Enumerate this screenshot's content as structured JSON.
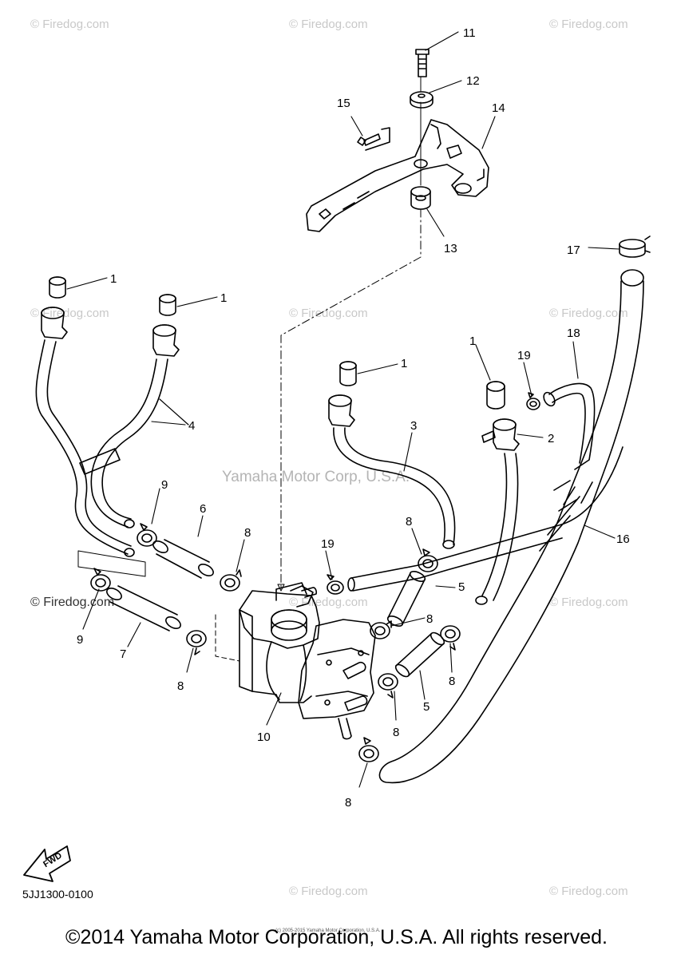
{
  "watermarks": {
    "text": "© Firedog.com",
    "center": "Yamaha Motor Corp, U.S.A."
  },
  "callouts": [
    {
      "id": "c1a",
      "text": "1"
    },
    {
      "id": "c1b",
      "text": "1"
    },
    {
      "id": "c1c",
      "text": "1"
    },
    {
      "id": "c1d",
      "text": "1"
    },
    {
      "id": "c2",
      "text": "2"
    },
    {
      "id": "c3",
      "text": "3"
    },
    {
      "id": "c4",
      "text": "4"
    },
    {
      "id": "c5a",
      "text": "5"
    },
    {
      "id": "c5b",
      "text": "5"
    },
    {
      "id": "c6",
      "text": "6"
    },
    {
      "id": "c7",
      "text": "7"
    },
    {
      "id": "c8a",
      "text": "8"
    },
    {
      "id": "c8b",
      "text": "8"
    },
    {
      "id": "c8c",
      "text": "8"
    },
    {
      "id": "c8d",
      "text": "8"
    },
    {
      "id": "c8e",
      "text": "8"
    },
    {
      "id": "c8f",
      "text": "8"
    },
    {
      "id": "c8g",
      "text": "8"
    },
    {
      "id": "c9a",
      "text": "9"
    },
    {
      "id": "c9b",
      "text": "9"
    },
    {
      "id": "c10",
      "text": "10"
    },
    {
      "id": "c11",
      "text": "11"
    },
    {
      "id": "c12",
      "text": "12"
    },
    {
      "id": "c13",
      "text": "13"
    },
    {
      "id": "c14",
      "text": "14"
    },
    {
      "id": "c15",
      "text": "15"
    },
    {
      "id": "c16",
      "text": "16"
    },
    {
      "id": "c17",
      "text": "17"
    },
    {
      "id": "c18",
      "text": "18"
    },
    {
      "id": "c19a",
      "text": "19"
    },
    {
      "id": "c19b",
      "text": "19"
    }
  ],
  "fwd_label": "FWD",
  "diagram_code": "5JJ1300-0100",
  "tiny_copyright": "(c) 2005-2015 Yamaha Motor Corporation, U.S.A.",
  "footer": "©2014 Yamaha Motor Corporation, U.S.A. All rights reserved."
}
